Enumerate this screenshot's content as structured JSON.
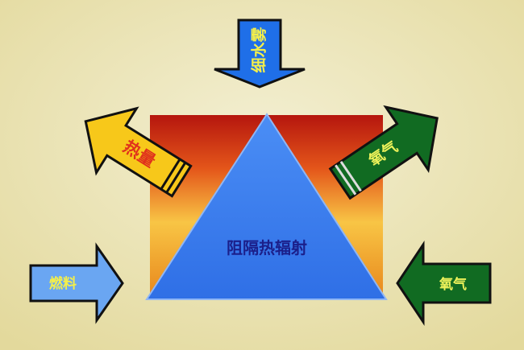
{
  "diagram": {
    "center_label": "阻隔热辐射",
    "arrows": {
      "mist": {
        "label": "细水雾",
        "fill": "#1f6fe8",
        "text_color": "#f4ef4a"
      },
      "heat": {
        "label": "热量",
        "fill": "#f7c81a",
        "text_color": "#e0311c"
      },
      "oxygen_out": {
        "label": "氧气",
        "fill": "#116b22",
        "text_color": "#eef25a"
      },
      "fuel": {
        "label": "燃料",
        "fill": "#6aa6f2",
        "text_color": "#f4ef4a"
      },
      "oxygen_in": {
        "label": "氧气",
        "fill": "#116b22",
        "text_color": "#eef25a"
      }
    },
    "colors": {
      "background": "#ece6b4",
      "triangle": "#3d7ef0",
      "center_text": "#1b1f8a"
    }
  }
}
